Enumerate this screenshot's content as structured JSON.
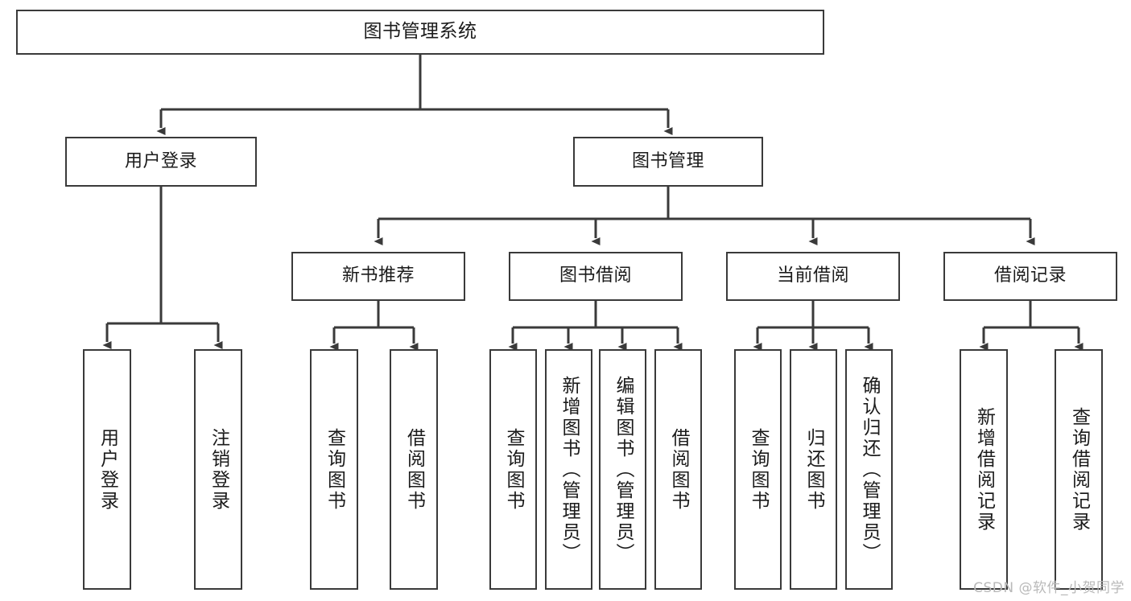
{
  "diagram": {
    "title": "图书管理系统",
    "type": "tree-hierarchy-diagram",
    "watermark": "CSDN @软件_小贺同学",
    "colors": {
      "box_border": "#3a3a3a",
      "box_fill": "#ffffff",
      "connector": "#3a3a3a",
      "text": "#1b1b1b",
      "watermark": "#b9b9b9",
      "background": "#ffffff"
    }
  },
  "nodes": {
    "root": {
      "label": "图书管理系统"
    },
    "level2": [
      {
        "label": "用户登录"
      },
      {
        "label": "图书管理"
      }
    ],
    "level3": [
      {
        "label": "新书推荐"
      },
      {
        "label": "图书借阅"
      },
      {
        "label": "当前借阅"
      },
      {
        "label": "借阅记录"
      }
    ],
    "leaves": {
      "user_login": [
        {
          "label": "用户登录"
        },
        {
          "label": "注销登录"
        }
      ],
      "new_book_recommend": [
        {
          "label": "查询图书"
        },
        {
          "label": "借阅图书"
        }
      ],
      "book_borrow": [
        {
          "label": "查询图书"
        },
        {
          "label": "新增图书（管理员）"
        },
        {
          "label": "编辑图书（管理员）"
        },
        {
          "label": "借阅图书"
        }
      ],
      "current_borrow": [
        {
          "label": "查询图书"
        },
        {
          "label": "归还图书"
        },
        {
          "label": "确认归还（管理员）"
        }
      ],
      "borrow_record": [
        {
          "label": "新增借阅记录"
        },
        {
          "label": "查询借阅记录"
        }
      ]
    }
  }
}
